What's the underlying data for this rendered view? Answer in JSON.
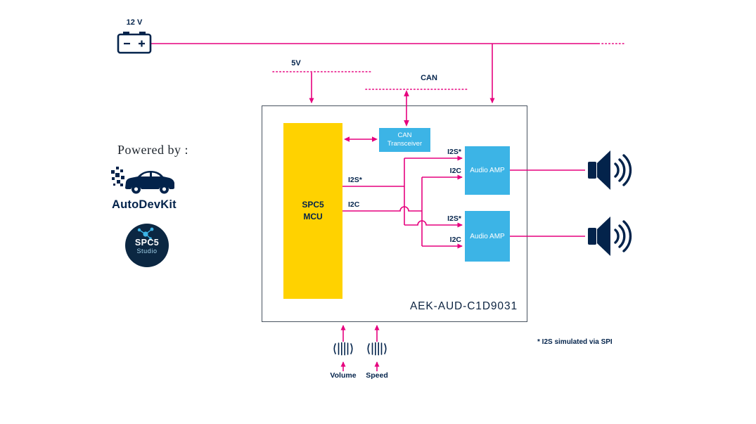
{
  "diagram": {
    "board_label": "AEK-AUD-C1D9031",
    "note": "* I2S simulated via SPI",
    "power": {
      "battery": "12 V",
      "rail5v": "5V",
      "can_bus": "CAN"
    },
    "mcu": {
      "line1": "SPC5",
      "line2": "MCU"
    },
    "can_transceiver": {
      "line1": "CAN",
      "line2": "Transceiver"
    },
    "amps": [
      {
        "label": "Audio AMP"
      },
      {
        "label": "Audio AMP"
      }
    ],
    "signals": {
      "mcu_i2s": "I2S*",
      "mcu_i2c": "I2C",
      "amp1_i2s": "I2S*",
      "amp1_i2c": "I2C",
      "amp2_i2s": "I2S*",
      "amp2_i2c": "I2C"
    },
    "inputs": {
      "volume": "Volume",
      "speed": "Speed"
    }
  },
  "branding": {
    "powered_by": "Powered by :",
    "autodevkit": "AutoDevKit",
    "spc5studio": {
      "line1": "SPC5",
      "line2": "Studio"
    }
  },
  "colors": {
    "magenta": "#e6007e",
    "blue": "#3cb4e6",
    "yellow": "#ffd200",
    "navy": "#03234b"
  }
}
